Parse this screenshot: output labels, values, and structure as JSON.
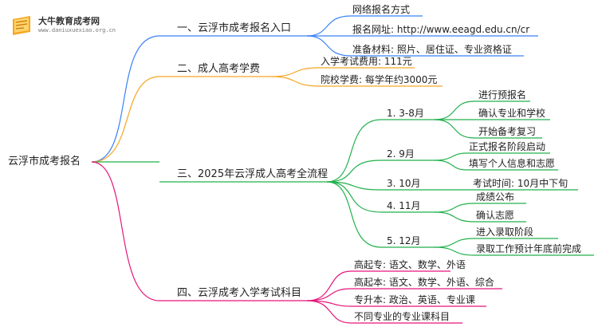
{
  "logo": {
    "title": "大牛教育成考网",
    "subtitle": "www.daniuxuexiao.org.cn"
  },
  "colors": {
    "blue": "#3b82f6",
    "orange": "#f5a623",
    "green": "#22b14c",
    "magenta": "#e6157c"
  },
  "root": "云浮市成考报名",
  "branches": {
    "b1": {
      "label": "一、云浮市成考报名入口",
      "items": [
        "网络报名方式",
        "报名网址: http://www.eeagd.edu.cn/cr",
        "准备材料: 照片、居住证、专业资格证"
      ]
    },
    "b2": {
      "label": "二、成人高考学费",
      "items": [
        "入学考试费用: 111元",
        "院校学费: 每学年约3000元"
      ]
    },
    "b3": {
      "label": "三、2025年云浮成人高考全流程",
      "stages": [
        {
          "label": "1. 3-8月",
          "items": [
            "进行预报名",
            "确认专业和学校",
            "开始备考复习"
          ]
        },
        {
          "label": "2. 9月",
          "items": [
            "正式报名阶段启动",
            "填写个人信息和志愿"
          ]
        },
        {
          "label": "3. 10月",
          "items": [
            "考试时间: 10月中下旬"
          ]
        },
        {
          "label": "4. 11月",
          "items": [
            "成绩公布",
            "确认志愿"
          ]
        },
        {
          "label": "5. 12月",
          "items": [
            "进入录取阶段",
            "录取工作预计年底前完成"
          ]
        }
      ]
    },
    "b4": {
      "label": "四、云浮成考入学考试科目",
      "items": [
        "高起专: 语文、数学、外语",
        "高起本: 语文、数学、外语、综合",
        "专升本: 政治、英语、专业课",
        "不同专业的专业课科目"
      ]
    }
  }
}
